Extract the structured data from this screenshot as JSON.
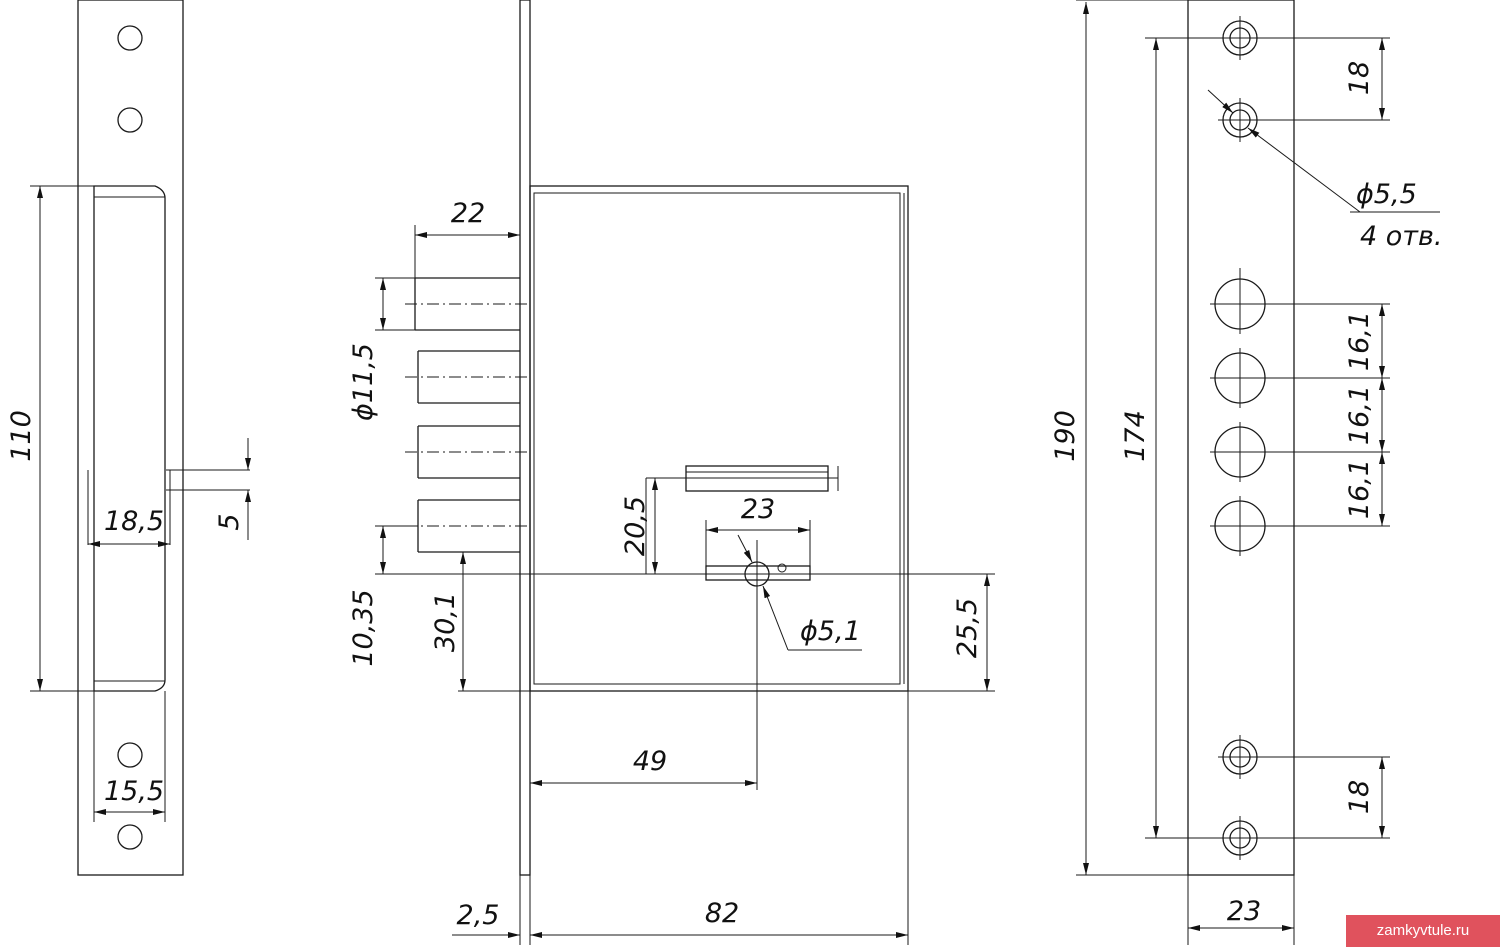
{
  "diagram": {
    "strike_plate": {
      "height": "110",
      "slot_width": "18,5",
      "latch_offset": "5",
      "plate_width": "15,5"
    },
    "lock_body": {
      "bolt_length": "22",
      "bolt_diameter": "ϕ11,5",
      "latch_height": "20,5",
      "latch_width": "23",
      "spindle_diameter": "ϕ5,1",
      "bolt_offset": "10,35",
      "spindle_height": "30,1",
      "right_offset": "25,5",
      "backset": "49",
      "faceplate_thickness": "2,5",
      "case_depth": "82"
    },
    "faceplate": {
      "total_length": "190",
      "hole_span": "174",
      "screw_spacing_top": "18",
      "screw_hole_diameter": "ϕ5,5",
      "screw_hole_count": "4 отв.",
      "bolt_spacing_1": "16,1",
      "bolt_spacing_2": "16,1",
      "bolt_spacing_3": "16,1",
      "screw_spacing_bottom": "18",
      "width": "23"
    }
  },
  "watermark": "zamkyvtule.ru"
}
